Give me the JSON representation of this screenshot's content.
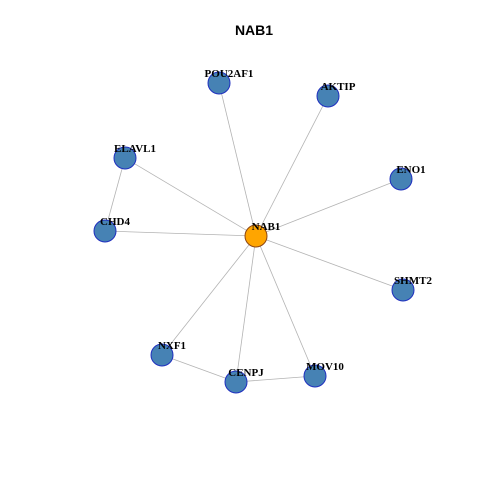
{
  "title": "NAB1",
  "colors": {
    "hub_fill": "#FFA500",
    "hub_stroke": "#8B4513",
    "node_fill": "#4682B4",
    "node_stroke": "#1F2FBF",
    "edge": "#B3B3B3"
  },
  "nodes": [
    {
      "id": "NAB1",
      "label": "NAB1",
      "hub": true
    },
    {
      "id": "POU2AF1",
      "label": "POU2AF1",
      "hub": false
    },
    {
      "id": "AKTIP",
      "label": "AKTIP",
      "hub": false
    },
    {
      "id": "ELAVL1",
      "label": "ELAVL1",
      "hub": false
    },
    {
      "id": "ENO1",
      "label": "ENO1",
      "hub": false
    },
    {
      "id": "CHD4",
      "label": "CHD4",
      "hub": false
    },
    {
      "id": "SHMT2",
      "label": "SHMT2",
      "hub": false
    },
    {
      "id": "NXF1",
      "label": "NXF1",
      "hub": false
    },
    {
      "id": "CENPJ",
      "label": "CENPJ",
      "hub": false
    },
    {
      "id": "MOV10",
      "label": "MOV10",
      "hub": false
    }
  ],
  "edges": [
    [
      "NAB1",
      "POU2AF1"
    ],
    [
      "NAB1",
      "AKTIP"
    ],
    [
      "NAB1",
      "ELAVL1"
    ],
    [
      "NAB1",
      "ENO1"
    ],
    [
      "NAB1",
      "CHD4"
    ],
    [
      "NAB1",
      "SHMT2"
    ],
    [
      "NAB1",
      "NXF1"
    ],
    [
      "NAB1",
      "CENPJ"
    ],
    [
      "NAB1",
      "MOV10"
    ],
    [
      "ELAVL1",
      "CHD4"
    ],
    [
      "NXF1",
      "CENPJ"
    ],
    [
      "CENPJ",
      "MOV10"
    ]
  ]
}
